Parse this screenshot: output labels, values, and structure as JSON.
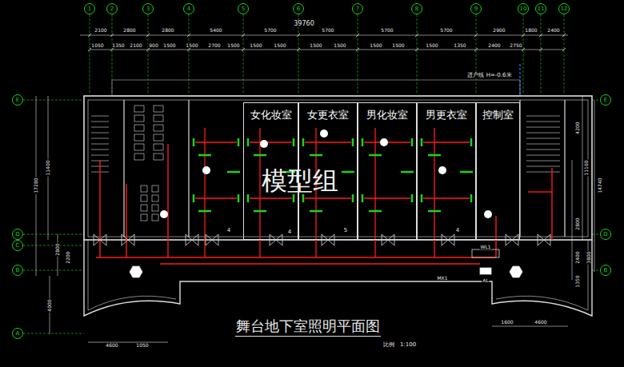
{
  "diagram": {
    "title": "舞台地下室照明平面图",
    "nodes": [
      {
        "text": [
          "1"
        ]
      },
      {
        "text": [
          "2"
        ]
      },
      {
        "text": [
          "3"
        ]
      },
      {
        "text": [
          "4"
        ]
      },
      {
        "text": [
          "5"
        ]
      },
      {
        "text": [
          "6"
        ]
      },
      {
        "text": [
          "7"
        ]
      },
      {
        "text": [
          "8"
        ]
      },
      {
        "text": [
          "9"
        ]
      },
      {
        "text": [
          "10"
        ]
      },
      {
        "text": [
          "11"
        ]
      },
      {
        "text": [
          "12"
        ]
      },
      {
        "text": [
          "E"
        ]
      },
      {
        "text": [
          "D"
        ]
      },
      {
        "text": [
          "C"
        ]
      },
      {
        "text": [
          "B"
        ]
      },
      {
        "text": [
          "A"
        ]
      },
      {
        "text": [
          "女化妆室"
        ]
      },
      {
        "text": [
          "女更衣室"
        ]
      },
      {
        "text": [
          "男化妆室"
        ]
      },
      {
        "text": [
          "男更衣室"
        ]
      },
      {
        "text": [
          "控制室"
        ]
      },
      {
        "text": [
          "E"
        ]
      },
      {
        "text": [
          "D"
        ]
      },
      {
        "text": [
          "B"
        ]
      }
    ],
    "labels": [
      "39760",
      "2100",
      "2800",
      "2800",
      "5400",
      "5700",
      "5700",
      "5700",
      "5700",
      "2900",
      "1800",
      "2400",
      "1050",
      "1350",
      "2100",
      "900",
      "1500",
      "1500",
      "2700",
      "1500",
      "1500",
      "1500",
      "1500",
      "1500",
      "1500",
      "1500",
      "1500",
      "1350",
      "2400",
      "2750",
      "17280",
      "11400",
      "2800",
      "2200",
      "4000",
      "4200",
      "11160",
      "14740",
      "2800",
      "2400",
      "3800",
      "1350",
      "4600",
      "1050",
      "1600",
      "4600",
      "进户线 H=-0.6米",
      "4",
      "4",
      "5",
      "4",
      "WL1",
      "AL",
      "MX1",
      "模型组",
      "比例",
      "1:100"
    ]
  }
}
